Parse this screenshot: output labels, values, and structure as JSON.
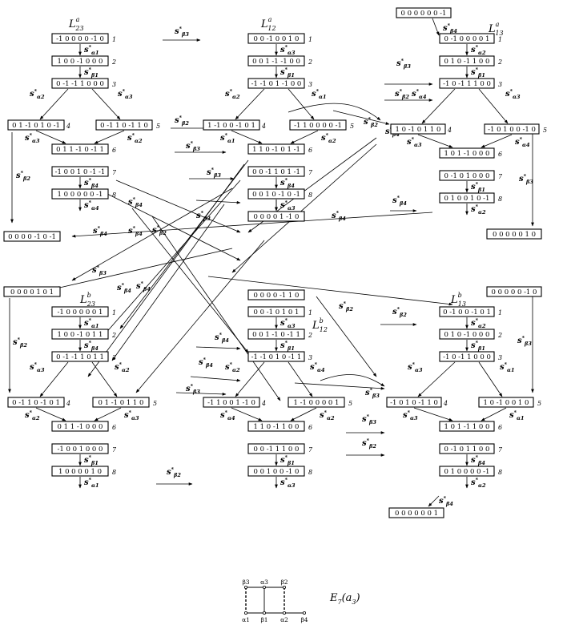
{
  "blocks": [
    {
      "title": "L",
      "title_sup": "a",
      "title_sub": "23",
      "steps": [
        {
          "vec": "-1 0 0 0 0 -1 0",
          "idx": "1",
          "op": "α1"
        },
        {
          "vec": "1 0 0 -1 0 0 0",
          "idx": "2",
          "op": "β1"
        },
        {
          "vec": "0 -1 -1 1 0 0 0",
          "idx": "3"
        }
      ],
      "branch_left": {
        "vec": "0 1 -1 0 1 0 -1",
        "idx": "4",
        "op": "α2"
      },
      "branch_right": {
        "vec": "0 -1 1 0 -1 1 0",
        "idx": "5",
        "op": "α3"
      },
      "mid": [
        {
          "vec": "0 1 1 -1 0 -1 1",
          "idx": "6",
          "op_left": "α3",
          "op_right": "α2"
        },
        {
          "vec": "-1 0 0 1 0 -1 -1",
          "idx": "7",
          "op": "β4"
        },
        {
          "vec": "1 0 0 0 0 0 -1",
          "idx": "8",
          "op": "α4"
        }
      ],
      "end": {
        "vec": "0 0 0 0 -1 0 -1",
        "op": "β2"
      }
    },
    {
      "title": "L",
      "title_sup": "a",
      "title_sub": "12",
      "steps": [
        {
          "vec": "0 0 -1 0 0 1 0",
          "idx": "1",
          "op": "α3"
        },
        {
          "vec": "0 0 1 -1 -1 0 0",
          "idx": "2",
          "op": "β1"
        },
        {
          "vec": "-1 -1 0 1 -1 0 0",
          "idx": "3"
        }
      ],
      "branch_left": {
        "vec": "1 -1 0 0 -1 0 1",
        "idx": "4",
        "op": "α2"
      },
      "branch_right": {
        "vec": "-1 1 0 0 0 0 -1",
        "idx": "5",
        "op": "α1"
      },
      "mid": [
        {
          "vec": "1 1 0 -1 0 1 -1",
          "idx": "6",
          "op_left": "α1",
          "op_right": "α2"
        },
        {
          "vec": "0 0 -1 1 0 1 -1",
          "idx": "7",
          "op": "β4"
        },
        {
          "vec": "0 0 1 0 -1 0 -1",
          "idx": "8",
          "op": "α3"
        }
      ],
      "end": {
        "vec": "0 0 0 0 1 -1 0"
      }
    },
    {
      "title": "L",
      "title_sup": "a",
      "title_sub": "13",
      "top": {
        "vec": "0 0 0 0 0 0 -1",
        "op": "β4"
      },
      "steps": [
        {
          "vec": "0 -1 0 0 0 0 1",
          "idx": "1",
          "op": "α2"
        },
        {
          "vec": "0 1 0 -1 1 0 0",
          "idx": "2",
          "op": "β1"
        },
        {
          "vec": "-1 0 -1 1 1 0 0",
          "idx": "3"
        }
      ],
      "branch_left": {
        "vec": "1 0 -1 0 1 1 0",
        "idx": "4",
        "op": "α4"
      },
      "branch_right": {
        "vec": "-1 0 1 0 0 -1 0",
        "idx": "5",
        "op": "α3"
      },
      "mid": [
        {
          "vec": "1 0 1 -1 0 0 0",
          "idx": "6",
          "op_left": "α3",
          "op_right": "α4"
        },
        {
          "vec": "0 -1 0 1 0 0 0",
          "idx": "7",
          "op": "β1"
        },
        {
          "vec": "0 1 0 0 1 0 -1",
          "idx": "8",
          "op": "α2"
        }
      ],
      "end": {
        "vec": "0 0 0 0 0 1 0",
        "op": "β3"
      }
    },
    {
      "title": "L",
      "title_sup": "b",
      "title_sub": "23",
      "top": {
        "vec": "0 0 0 0 1 0 1",
        "op": "β2"
      },
      "steps": [
        {
          "vec": "-1 0 0 0 0 0 1",
          "idx": "1",
          "op": "α1"
        },
        {
          "vec": "1 0 0 -1 0 1 1",
          "idx": "2",
          "op": "β4"
        },
        {
          "vec": "0 -1 -1 1 0 1 1",
          "idx": "3"
        }
      ],
      "branch_left": {
        "vec": "0 -1 1 0 -1 0 1",
        "idx": "4",
        "op": "α3"
      },
      "branch_right": {
        "vec": "0 1 -1 0 1 1 0",
        "idx": "5",
        "op": "α2"
      },
      "mid": [
        {
          "vec": "0 1 1 -1 0 0 0",
          "idx": "6",
          "op_left": "α2",
          "op_right": "α3"
        },
        {
          "vec": "-1 0 0 1 0 0 0",
          "idx": "7",
          "op": "β1"
        },
        {
          "vec": "1 0 0 0 0 1 0",
          "idx": "8",
          "op": "α1"
        }
      ]
    },
    {
      "title": "L",
      "title_sup": "b",
      "title_sub": "12",
      "top": {
        "vec": "0 0 0 0 -1 1 0"
      },
      "steps": [
        {
          "vec": "0 0 -1 0 1 0 1",
          "idx": "1",
          "op": "α3"
        },
        {
          "vec": "0 0 1 -1 0 -1 1",
          "idx": "2",
          "op": "β1"
        },
        {
          "vec": "-1 -1 0 1 0 -1 1",
          "idx": "3"
        }
      ],
      "branch_left": {
        "vec": "-1 1 0 0 1 -1 0",
        "idx": "4",
        "op": "α2"
      },
      "branch_right": {
        "vec": "1 -1 0 0 0 0 1",
        "idx": "5",
        "op": "α4"
      },
      "mid": [
        {
          "vec": "1 1 0 -1 1 0 0",
          "idx": "6",
          "op_left": "α4",
          "op_right": "α2"
        },
        {
          "vec": "0 0 -1 1 1 0 0",
          "idx": "7",
          "op": "β1"
        },
        {
          "vec": "0 0 1 0 0 -1 0",
          "idx": "8",
          "op": "α3"
        }
      ]
    },
    {
      "title": "L",
      "title_sup": "b",
      "title_sub": "13",
      "top": {
        "vec": "0 0 0 0 0 -1 0",
        "op": "β3"
      },
      "steps": [
        {
          "vec": "0 -1 0 0 -1 0 1",
          "idx": "1",
          "op": "α2"
        },
        {
          "vec": "0 1 0 -1 0 0 0",
          "idx": "2",
          "op": "β1"
        },
        {
          "vec": "-1 0 -1 1 0 0 0",
          "idx": "3"
        }
      ],
      "branch_left": {
        "vec": "-1 0 1 0 -1 1 0",
        "idx": "4",
        "op": "α3"
      },
      "branch_right": {
        "vec": "1 0 -1 0 0 1 0",
        "idx": "5",
        "op": "α1"
      },
      "mid": [
        {
          "vec": "1 0 1 -1 1 0 0",
          "idx": "6",
          "op_left": "α3",
          "op_right": "α1"
        },
        {
          "vec": "0 -1 0 1 1 0 0",
          "idx": "7",
          "op": "β4"
        },
        {
          "vec": "0 1 0 0 0 0 -1",
          "idx": "8",
          "op": "α2"
        }
      ],
      "end": {
        "vec": "0 0 0 0 0 0 1",
        "op": "β4"
      }
    }
  ],
  "edge_labels": [
    "β3",
    "β3",
    "β2",
    "β2",
    "β3",
    "β3",
    "β3",
    "β2",
    "β4",
    "β4",
    "β4",
    "β4",
    "β4",
    "β4",
    "β2",
    "β3",
    "β4",
    "β4",
    "β4",
    "β4",
    "β3",
    "β2",
    "β2",
    "β3",
    "β3",
    "β2",
    "β2",
    "β2",
    "β3"
  ],
  "dynkin": {
    "name": "E",
    "name_sub": "7",
    "name_arg": "a",
    "name_arg_sub": "3",
    "top_labels": [
      "β3",
      "α3",
      "β2"
    ],
    "bottom_labels": [
      "α1",
      "β1",
      "α2",
      "β4"
    ]
  }
}
